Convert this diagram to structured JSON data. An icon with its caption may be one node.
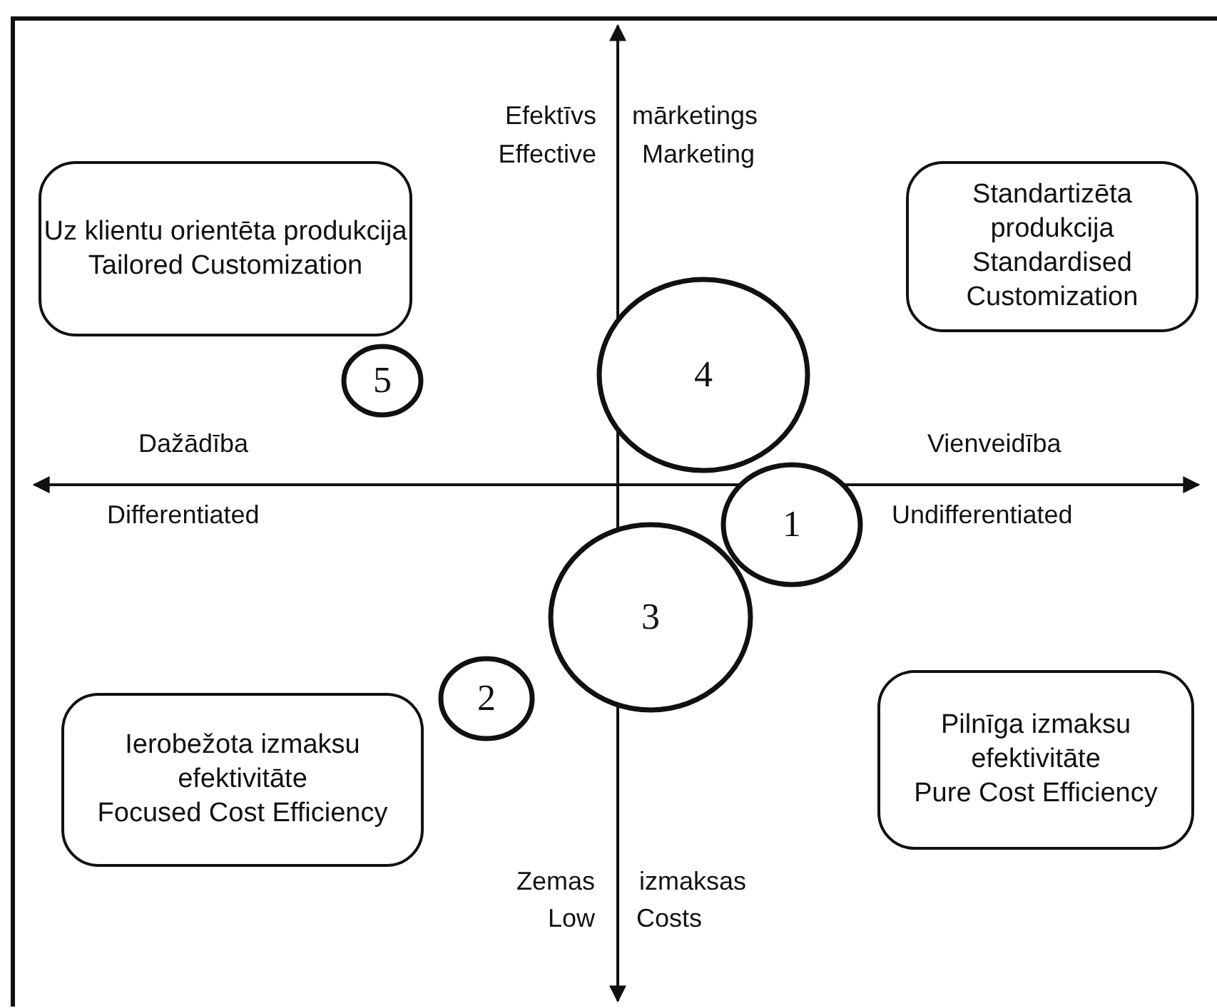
{
  "diagram": {
    "nodes": [
      {
        "text": [
          "Uz klientu orientēta produkcija",
          "Tailored Customization"
        ]
      },
      {
        "text": [
          "Standartizēta produkcija",
          "Standardised Customization"
        ]
      },
      {
        "text": [
          "5"
        ]
      },
      {
        "text": [
          "4"
        ]
      },
      {
        "text": [
          "1"
        ]
      },
      {
        "text": [
          "3"
        ]
      },
      {
        "text": [
          "2"
        ]
      },
      {
        "text": [
          "Ierobežota izmaksu efektivitāte",
          "Focused Cost Efficiency"
        ]
      },
      {
        "text": [
          "Pilnīga izmaksu efektivitāte",
          "Pure Cost Efficiency"
        ]
      }
    ],
    "edges": [],
    "labels": [
      "Efektīvs",
      "mārketings",
      "Effective",
      "Marketing",
      "Dažādība",
      "Vienveidība",
      "Differentiated",
      "Undifferentiated",
      "Zemas",
      "izmaksas",
      "Low",
      "Costs"
    ]
  }
}
